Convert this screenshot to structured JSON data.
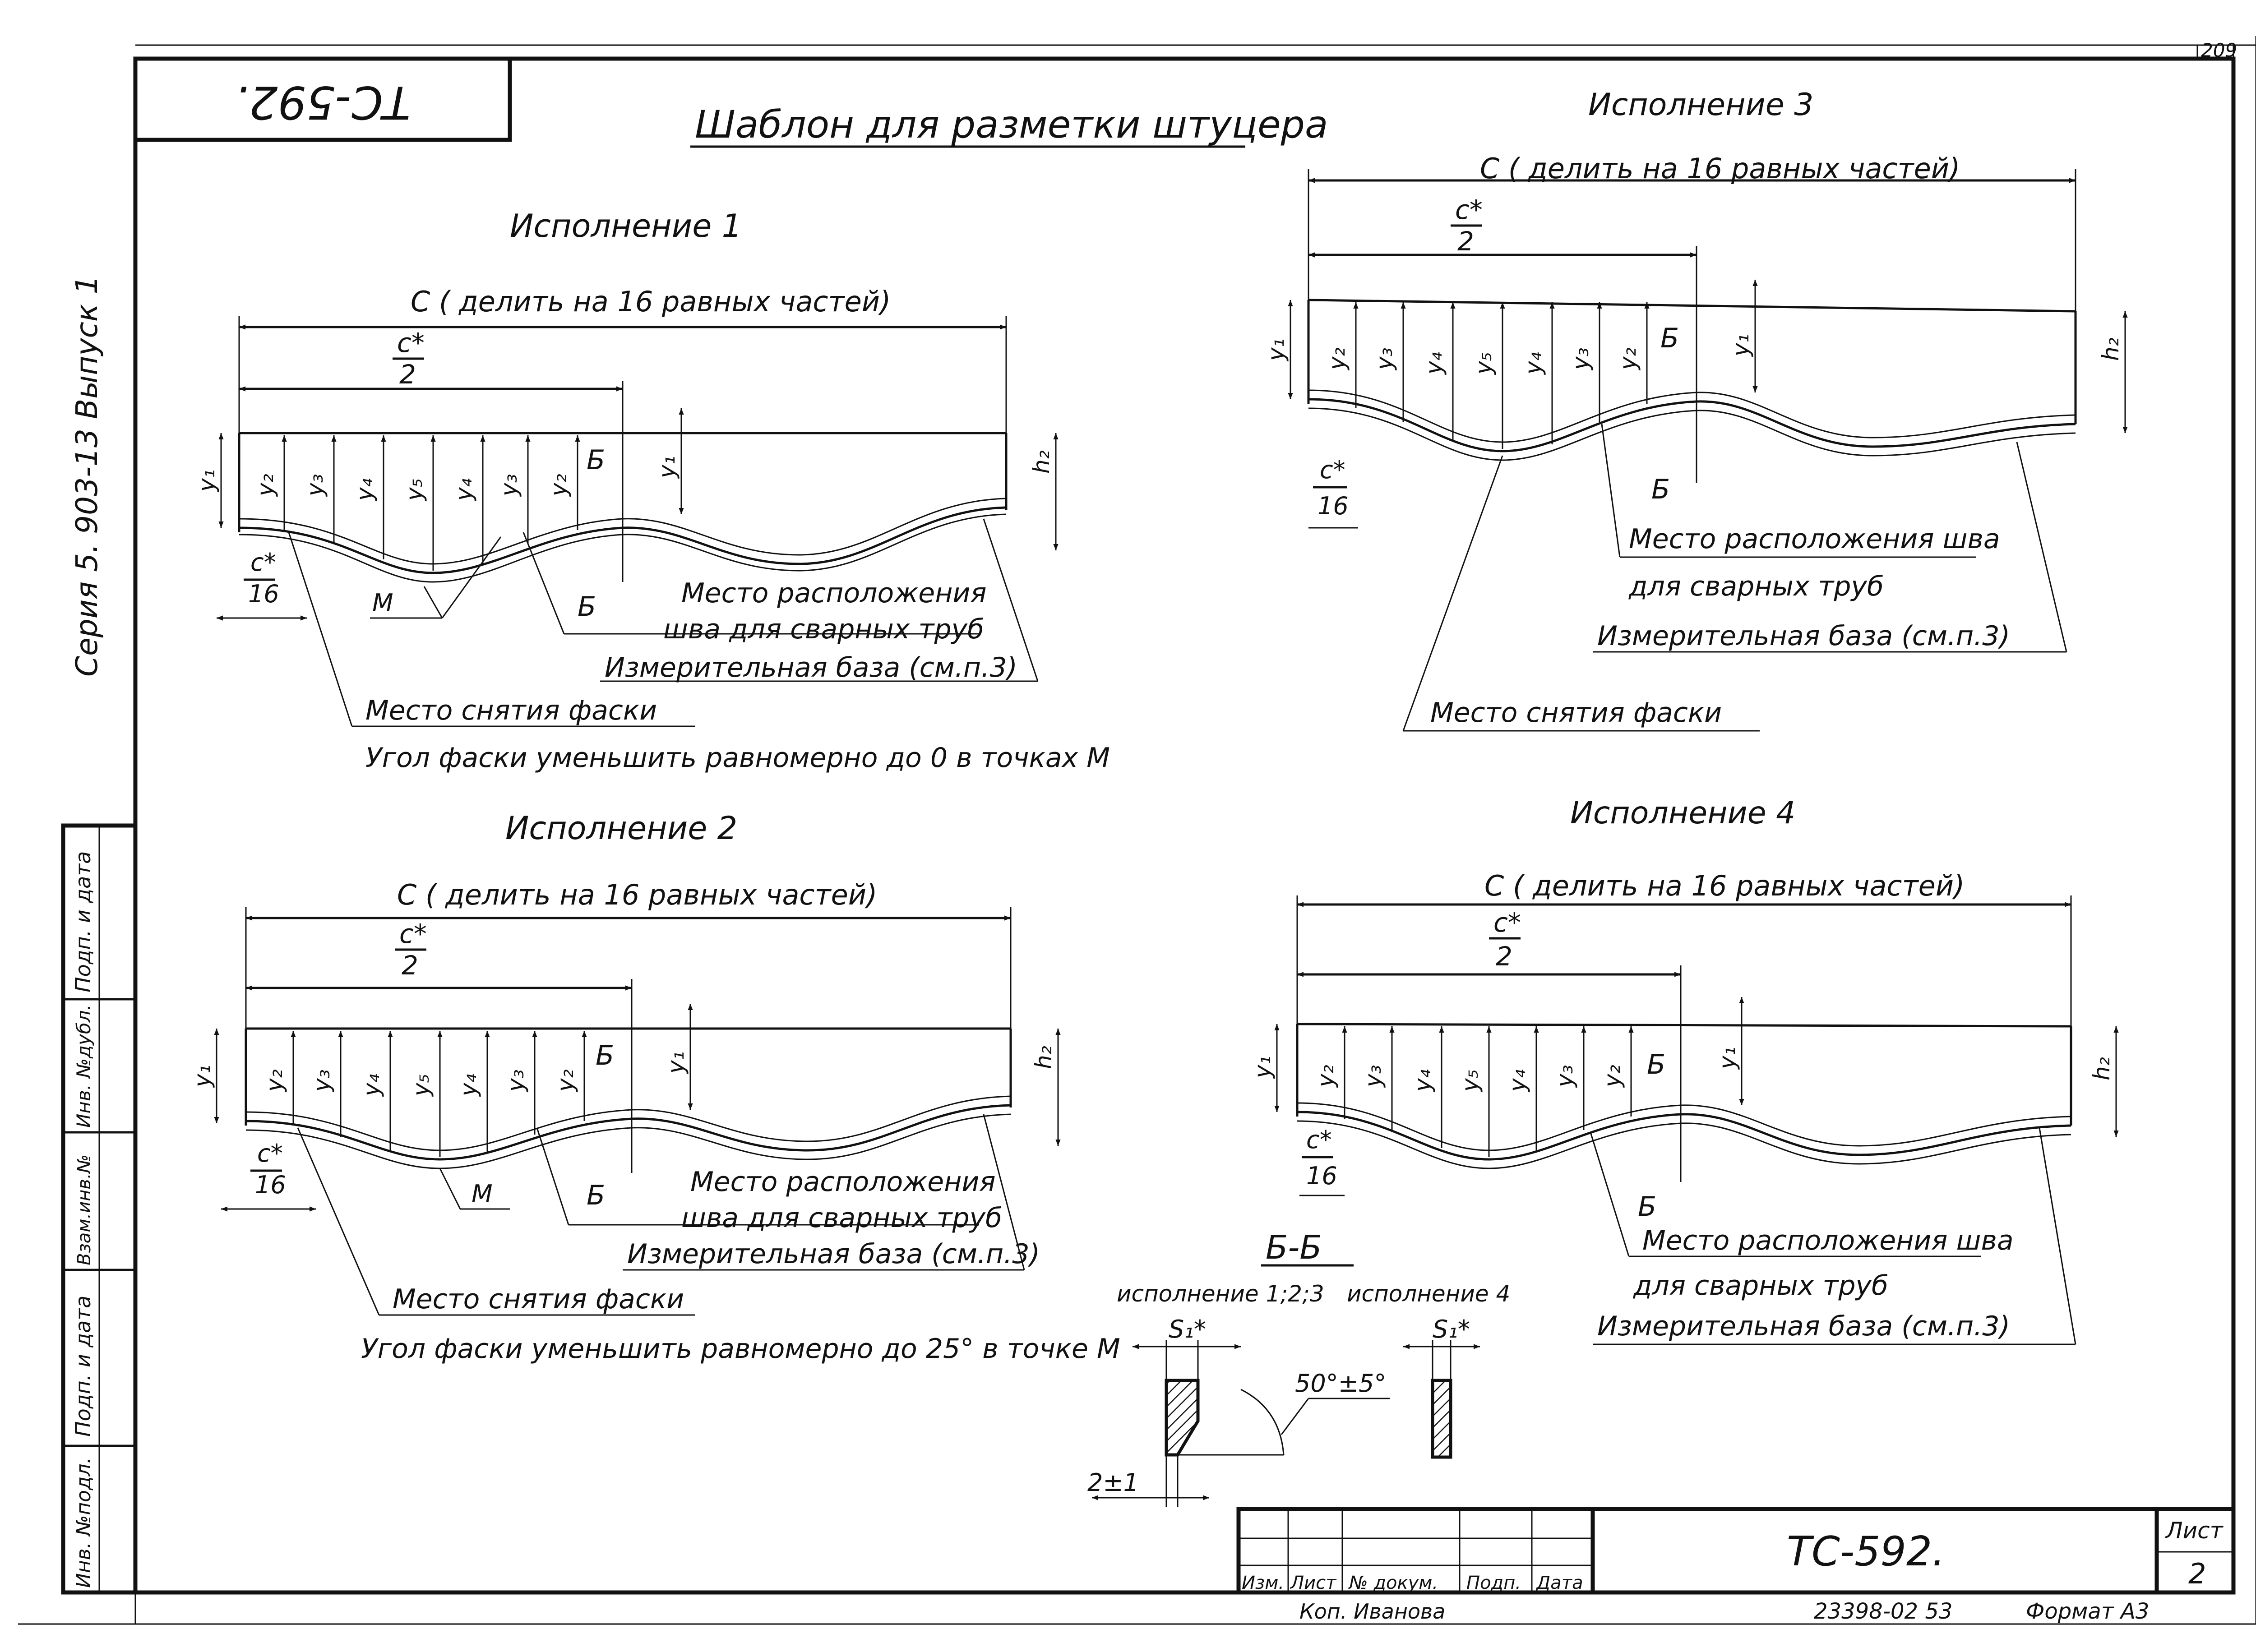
{
  "sheet": {
    "page_number": "209",
    "corner_code": "ТС-592.",
    "title": "Шаблон для разметки штуцера",
    "series": "Серия 5. 903-13 Выпуск 1"
  },
  "labels": {
    "C_div": "С ( делить на 16 равных частей)",
    "c_star": "с*",
    "two": "2",
    "sixteen": "16",
    "y1": "у₁",
    "y2": "у₂",
    "y3": "у₃",
    "y4": "у₄",
    "y5": "у₅",
    "h2": "h₂",
    "B": "Б",
    "M": "М"
  },
  "views": [
    {
      "title": "Исполнение 1",
      "notes": [
        "Место расположения",
        "шва для сварных труб",
        "Измерительная база (см.п.3)",
        "Место снятия фаски",
        "Угол фаски уменьшить равномерно до 0 в точках М"
      ]
    },
    {
      "title": "Исполнение 2",
      "notes": [
        "Место расположения",
        "шва для сварных труб",
        "Измерительная база (см.п.3)",
        "Место снятия фаски",
        "Угол фаски уменьшить равномерно до 25° в точке М"
      ]
    },
    {
      "title": "Исполнение 3",
      "notes": [
        "Место расположения шва",
        "для сварных труб",
        "Измерительная база (см.п.3)",
        "Место снятия фаски"
      ]
    },
    {
      "title": "Исполнение 4",
      "notes": [
        "Место расположения шва",
        "для сварных труб",
        "Измерительная база (см.п.3)"
      ]
    }
  ],
  "section": {
    "title": "Б-Б",
    "left_label": "исполнение 1;2;3",
    "right_label": "исполнение 4",
    "s1": "S₁*",
    "angle": "50°±5°",
    "gap": "2±1"
  },
  "side_stamp": [
    "Подп. и дата",
    "Инв. №дубл.",
    "Взам.инв.№",
    "Подп. и дата",
    "Инв. №подл."
  ],
  "title_block": {
    "headers": [
      "Изм.",
      "Лист",
      "№ докум.",
      "Подп.",
      "Дата"
    ],
    "designation": "ТС-592.",
    "sheet_label": "Лист",
    "sheet_number": "2",
    "copied_by": "Коп. Иванова",
    "archive_number": "23398-02 53",
    "format": "Формат А3"
  }
}
